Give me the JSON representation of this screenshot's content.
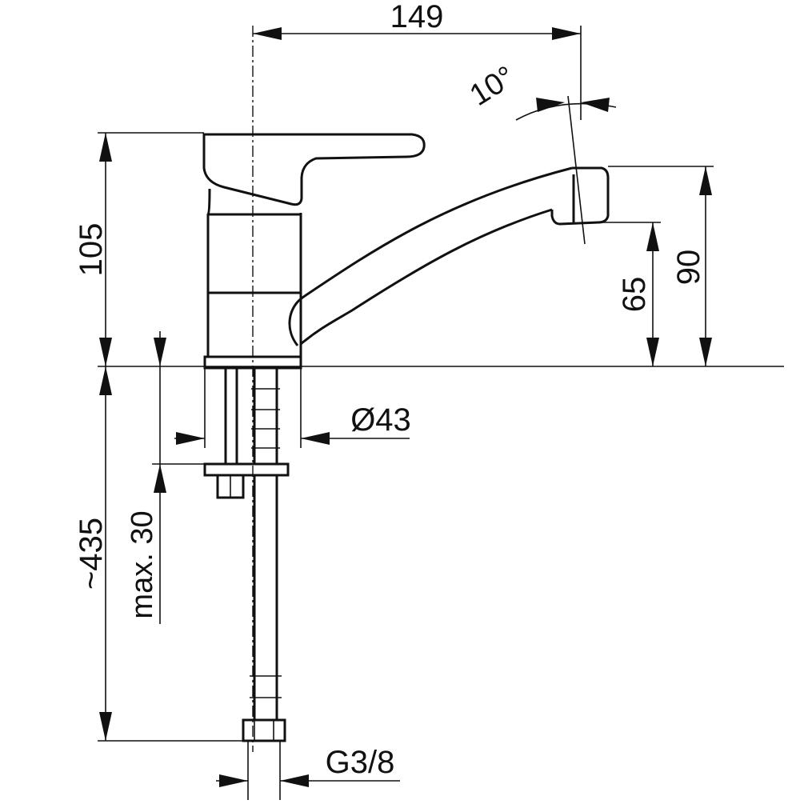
{
  "dimensions": {
    "width_top": "149",
    "angle": "10°",
    "height_body": "105",
    "spout_height": "90",
    "spout_outlet": "65",
    "base_diameter": "Ø43",
    "total_length": "~435",
    "max_thickness": "max. 30",
    "connection": "G3/8"
  },
  "colors": {
    "line": "#111111",
    "background": "#ffffff"
  }
}
